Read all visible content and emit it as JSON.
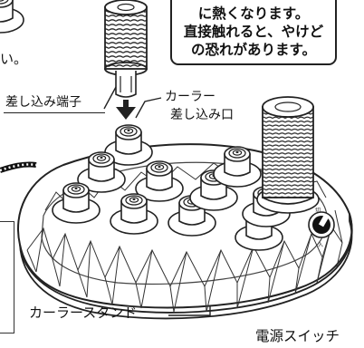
{
  "warning": {
    "line1": "に熱くなります。",
    "line2": "直接触れると、やけど",
    "line3": "の恐れがあります。"
  },
  "labels": {
    "sashikomi_tanshi": "差し込み端子",
    "curler_line1": "カーラー",
    "curler_line2": "差し込み口",
    "curler_stand": "カーラースタンド",
    "power_switch": "電源スイッチ",
    "partial_text": "い。"
  }
}
